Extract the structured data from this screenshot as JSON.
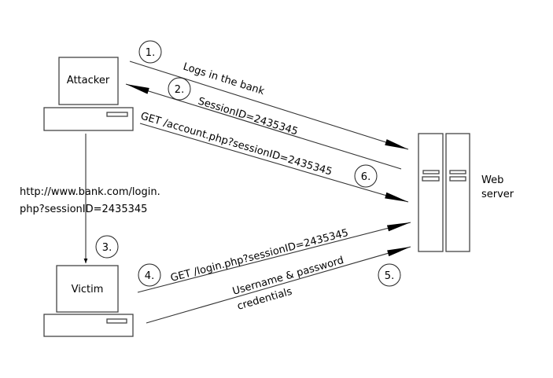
{
  "nodes": {
    "attacker": "Attacker",
    "victim": "Victim",
    "server_line1": "Web",
    "server_line2": "server"
  },
  "steps": [
    {
      "number": "1.",
      "label": "Logs in the bank"
    },
    {
      "number": "2.",
      "label": "SessionID=2435345"
    },
    {
      "number": "3.",
      "label_line1": "http://www.bank.com/login.",
      "label_line2": "php?sessionID=2435345"
    },
    {
      "number": "4.",
      "label": "GET /login.php?sessionID=2435345"
    },
    {
      "number": "5.",
      "label_line1": "Username & password",
      "label_line2": "credentials"
    },
    {
      "number": "6.",
      "label": "GET /account.php?sessionID=2435345"
    }
  ]
}
